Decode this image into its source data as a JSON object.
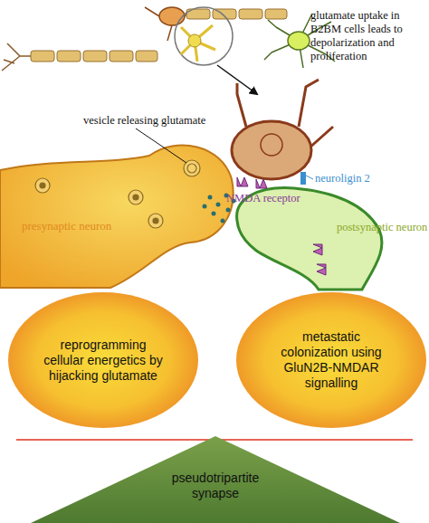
{
  "diagram": {
    "nodes": [
      {
        "text": [
          "reprogramming cellular energetics by hijacking glutamate"
        ]
      },
      {
        "text": [
          "metastatic colonization using GluN2B-NMDAR signalling"
        ]
      },
      {
        "text": [
          "pseudotripartite synapse"
        ]
      }
    ],
    "labels": [
      "glutamate uptake in B2BM cells leads to depolarization and proliferation",
      "vesicle releasing glutamate",
      "neuroligin 2",
      "NMDA receptor",
      "presynaptic neuron",
      "postsynaptic neuron"
    ]
  }
}
